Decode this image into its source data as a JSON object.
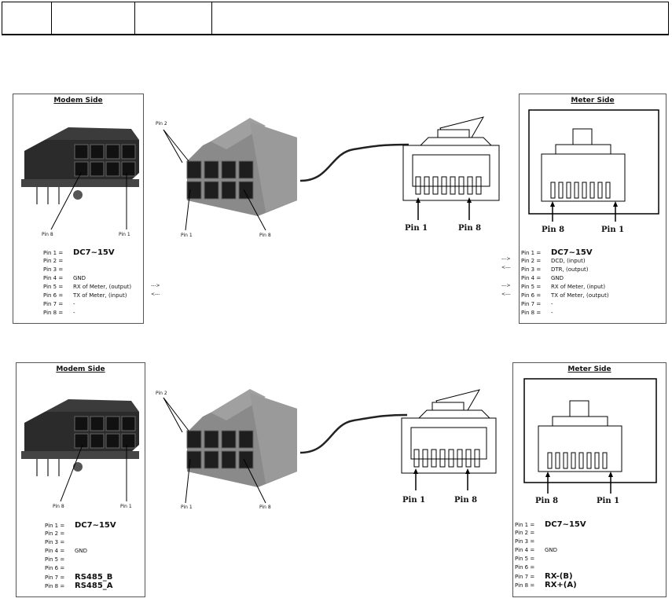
{
  "panel1": {
    "modem_title": "Modem Side",
    "meter_title": "Meter Side",
    "modem_pin_labels": [
      "Pin 8",
      "Pin 1"
    ],
    "plug_pin_labels": [
      "Pin 2",
      "Pin 1",
      "Pin 8"
    ],
    "rj45_labels": [
      "Pin 1",
      "Pin 8"
    ],
    "meter_labels": [
      "Pin 8",
      "Pin 1"
    ],
    "modem_pins": [
      {
        "pin": "Pin 1 =",
        "value": "DC7~15V",
        "big": true
      },
      {
        "pin": "Pin 2 =",
        "value": ""
      },
      {
        "pin": "Pin 3 =",
        "value": ""
      },
      {
        "pin": "Pin 4 =",
        "value": "GND"
      },
      {
        "pin": "Pin 5 =",
        "value": "RX of Meter, (output)"
      },
      {
        "pin": "Pin 6 =",
        "value": "TX of Meter, (input)"
      },
      {
        "pin": "Pin 7 =",
        "value": "-"
      },
      {
        "pin": "Pin 8 =",
        "value": "-"
      }
    ],
    "modem_arrows": [
      "--->",
      "<---"
    ],
    "meter_arrows": [
      "--->",
      "<---",
      "--->",
      "<---"
    ],
    "meter_pins": [
      {
        "pin": "Pin 1 =",
        "value": "DC7~15V",
        "big": true
      },
      {
        "pin": "Pin 2 =",
        "value": "DCD, (input)"
      },
      {
        "pin": "Pin 3 =",
        "value": "DTR, (output)"
      },
      {
        "pin": "Pin 4 =",
        "value": "GND"
      },
      {
        "pin": "Pin 5 =",
        "value": "RX of Meter, (input)"
      },
      {
        "pin": "Pin 6 =",
        "value": "TX of Meter, (output)"
      },
      {
        "pin": "Pin 7 =",
        "value": "-"
      },
      {
        "pin": "Pin 8 =",
        "value": "-"
      }
    ]
  },
  "panel2": {
    "modem_title": "Modem Side",
    "meter_title": "Meter Side",
    "modem_pin_labels": [
      "Pin 8",
      "Pin 1"
    ],
    "plug_pin_labels": [
      "Pin 2",
      "Pin 1",
      "Pin 8"
    ],
    "rj45_labels": [
      "Pin 1",
      "Pin 8"
    ],
    "meter_labels": [
      "Pin 8",
      "Pin 1"
    ],
    "modem_pins": [
      {
        "pin": "Pin 1 =",
        "value": "DC7~15V",
        "big": true
      },
      {
        "pin": "Pin 2 =",
        "value": ""
      },
      {
        "pin": "Pin 3 =",
        "value": ""
      },
      {
        "pin": "Pin 4 =",
        "value": "GND"
      },
      {
        "pin": "Pin 5 =",
        "value": ""
      },
      {
        "pin": "Pin 6 =",
        "value": ""
      },
      {
        "pin": "Pin 7 =",
        "value": "RS485_B",
        "big": true
      },
      {
        "pin": "Pin 8 =",
        "value": "RS485_A",
        "big": true
      }
    ],
    "meter_pins": [
      {
        "pin": "Pin 1 =",
        "value": "DC7~15V",
        "big": true
      },
      {
        "pin": "Pin 2 =",
        "value": ""
      },
      {
        "pin": "Pin 3 =",
        "value": ""
      },
      {
        "pin": "Pin 4 =",
        "value": "GND"
      },
      {
        "pin": "Pin 5 =",
        "value": ""
      },
      {
        "pin": "Pin 6 =",
        "value": ""
      },
      {
        "pin": "Pin 7 =",
        "value": "RX-(B)",
        "big": true
      },
      {
        "pin": "Pin 8 =",
        "value": "RX+(A)",
        "big": true
      }
    ]
  },
  "colors": {
    "connector_dark": "#2b2b2b",
    "connector_grey": "#8a8a8a",
    "cable": "#222222"
  }
}
